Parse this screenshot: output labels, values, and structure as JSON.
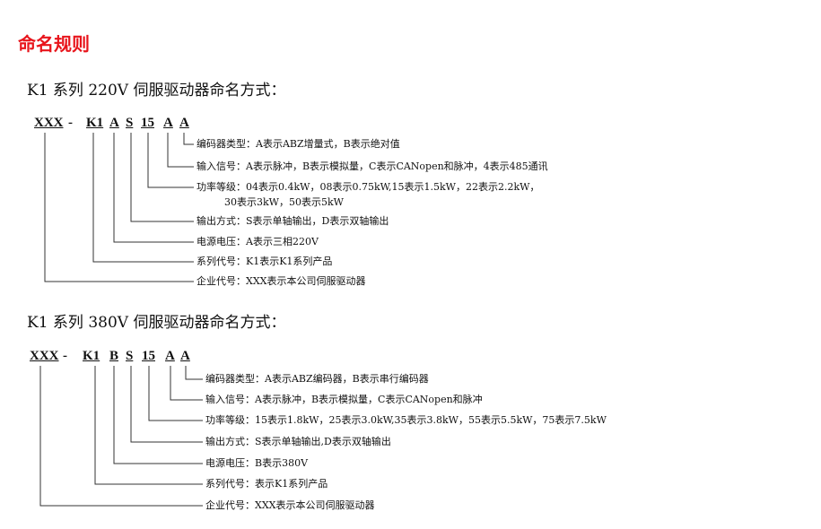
{
  "title": "命名规则",
  "diagrams": [
    {
      "heading": "K1 系列 220V 伺服驱动器命名方式：",
      "code": [
        "XXX",
        "-",
        "K1",
        "A",
        "S",
        "15",
        "A",
        "A"
      ],
      "labels": [
        "编码器类型：A表示ABZ增量式，B表示绝对值",
        "输入信号：A表示脉冲，B表示模拟量，C表示CANopen和脉冲，4表示485通讯",
        "功率等级：04表示0.4kW，08表示0.75kW,15表示1.5kW，22表示2.2kW，",
        "30表示3kW，50表示5kW",
        "输出方式：S表示单轴输出，D表示双轴输出",
        "电源电压：A表示三相220V",
        "系列代号：K1表示K1系列产品",
        "企业代号：XXX表示本公司伺服驱动器"
      ]
    },
    {
      "heading": "K1 系列 380V 伺服驱动器命名方式：",
      "code": [
        "XXX",
        "-",
        "K1",
        "B",
        "S",
        "15",
        "A",
        "A"
      ],
      "labels": [
        "编码器类型：A表示ABZ编码器，B表示串行编码器",
        "输入信号：A表示脉冲，B表示模拟量，C表示CANopen和脉冲",
        "功率等级：15表示1.8kW，25表示3.0kW,35表示3.8kW，55表示5.5kW，75表示7.5kW",
        "输出方式：S表示单轴输出,D表示双轴输出",
        "电源电压：B表示380V",
        "系列代号：表示K1系列产品",
        "企业代号：XXX表示本公司伺服驱动器"
      ]
    }
  ]
}
